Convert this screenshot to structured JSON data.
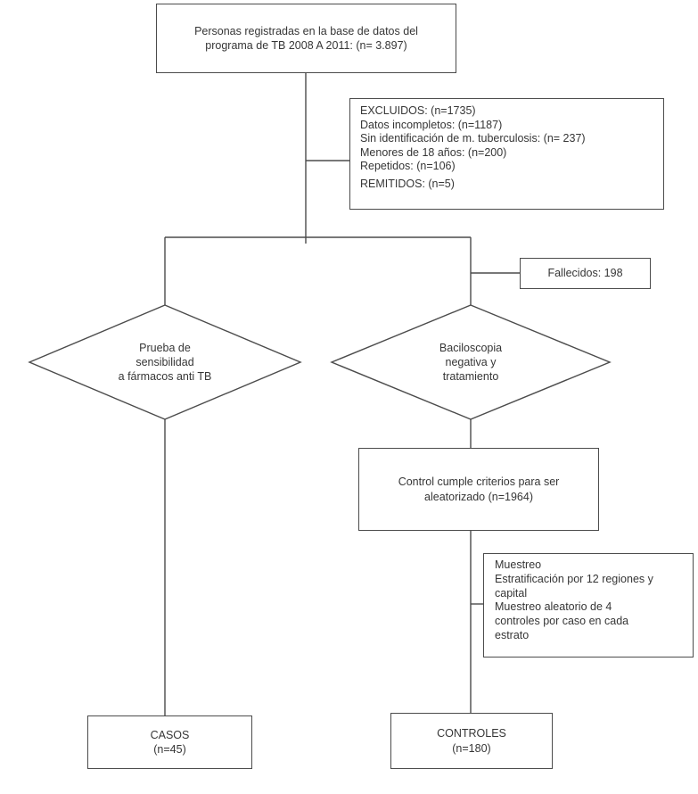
{
  "diagram": {
    "title_hint": "TB program case-control selection flowchart",
    "colors": {
      "background": "#ffffff",
      "line": "#4b4b4b",
      "box_border": "#4b4b4b",
      "text": "#363636"
    },
    "nodes": {
      "source": {
        "text": "Personas registradas en la base de datos del\nprograma de TB 2008 A 2011: (n= 3.897)",
        "n": "3.897"
      },
      "excluded": {
        "text": "EXCLUIDOS: (n=1735)\nDatos incompletos: (n=1187)\nSin identificación de m. tuberculosis: (n= 237)\nMenores de 18 años: (n=200)\nRepetidos: (n=106)",
        "text2": "REMITIDOS: (n=5)",
        "n": "1735"
      },
      "deceased": {
        "text": "Fallecidos: 198",
        "n": "198"
      },
      "diamond_cases": {
        "text": "Prueba de\nsensibilidad\na fármacos anti TB"
      },
      "diamond_controls": {
        "text": "Baciloscopia\nnegativa y\ntratamiento"
      },
      "randomization": {
        "text": "Control cumple criterios para ser\naleatorizado  (n=1964)",
        "n": "1964"
      },
      "sampling": {
        "text": "Muestreo\nEstratificación por 12 regiones y\ncapital\nMuestreo aleatorio de 4\ncontroles por caso en cada\nestrato"
      },
      "cases": {
        "text": "CASOS\n(n=45)",
        "n": "45"
      },
      "controls": {
        "text": "CONTROLES\n(n=180)",
        "n": "180"
      }
    }
  }
}
